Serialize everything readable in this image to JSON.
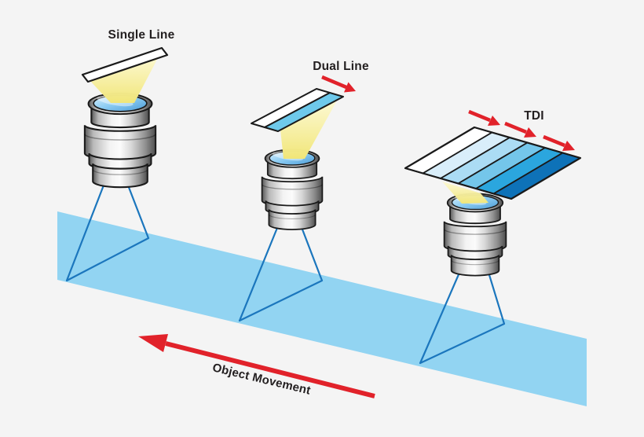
{
  "background": "#f4f4f4",
  "palette": {
    "outline": "#1a1a1a",
    "belt_blue": "#92d4f2",
    "fov_blue": "#1b76bd",
    "arrow_red": "#e1222a",
    "cone_yellow_light": "#fdf9d0",
    "cone_yellow": "#f1e678",
    "label_text": "#231f20"
  },
  "stations": [
    {
      "id": "single-line",
      "label": "Single Line",
      "stripe_colors": [
        "#ffffff"
      ],
      "direction_arrows": 0
    },
    {
      "id": "dual-line",
      "label": "Dual Line",
      "stripe_colors": [
        "#ffffff",
        "#6ec9eb"
      ],
      "direction_arrows": 1
    },
    {
      "id": "tdi",
      "label": "TDI",
      "stripe_colors": [
        "#ffffff",
        "#d9eefa",
        "#abdcf4",
        "#74c6ea",
        "#2ba6de",
        "#0e72b8"
      ],
      "direction_arrows": 3
    }
  ],
  "conveyor": {
    "label": "Object Movement",
    "color": "#92d4f2",
    "direction": "left"
  }
}
